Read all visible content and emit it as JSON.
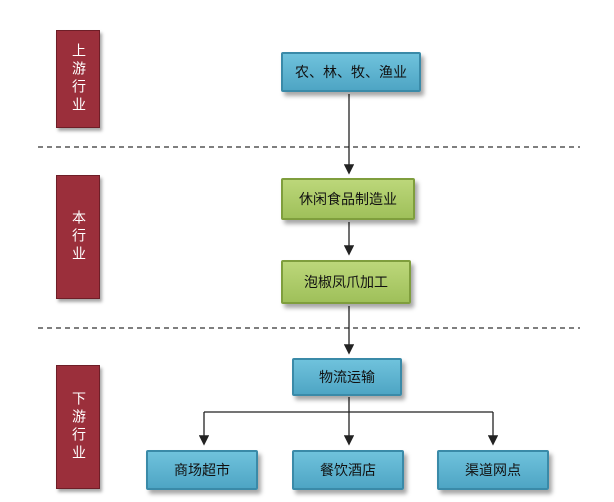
{
  "sections": [
    {
      "id": "upstream",
      "label": "上游行业"
    },
    {
      "id": "core",
      "label": "本行业"
    },
    {
      "id": "downstream",
      "label": "下游行业"
    }
  ],
  "nodes": {
    "agriculture": "农、林、牧、渔业",
    "snack_manufacturing": "休闲食品制造业",
    "pickled_chicken_feet": "泡椒凤爪加工",
    "logistics": "物流运输",
    "supermarket": "商场超市",
    "catering": "餐饮酒店",
    "channels": "渠道网点"
  },
  "colors": {
    "side_tag": "#9b2f3b",
    "blue_node": "#5bb3d1",
    "green_node": "#a9c868",
    "divider": "#333333",
    "arrow": "#222222"
  }
}
